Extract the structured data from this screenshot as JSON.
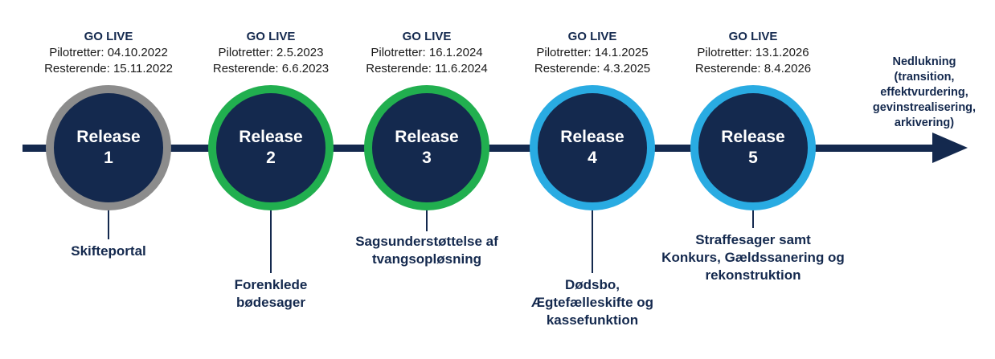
{
  "colors": {
    "navy": "#14294E",
    "ring_gray": "#8C8C8C",
    "ring_green": "#21AF4F",
    "ring_blue": "#29ABE2",
    "date_text": "#1A1A1A",
    "release_text": "#FFFFFF"
  },
  "end_note": {
    "lines": [
      "Nedlukning",
      "(transition,",
      "effektvurdering,",
      "gevinstrealisering,",
      "arkivering)"
    ]
  },
  "releases": [
    {
      "title": "Release",
      "number": "1",
      "go_live": "GO LIVE",
      "pilot_date": "Pilotretter: 04.10.2022",
      "remaining_date": "Resterende: 15.11.2022",
      "ring": "gray",
      "label_lines": [
        "Skifteportal"
      ]
    },
    {
      "title": "Release",
      "number": "2",
      "go_live": "GO LIVE",
      "pilot_date": "Pilotretter: 2.5.2023",
      "remaining_date": "Resterende: 6.6.2023",
      "ring": "green",
      "label_lines": [
        "Forenklede",
        "bødesager"
      ]
    },
    {
      "title": "Release",
      "number": "3",
      "go_live": "GO LIVE",
      "pilot_date": "Pilotretter: 16.1.2024",
      "remaining_date": "Resterende: 11.6.2024",
      "ring": "green",
      "label_lines": [
        "Sagsunderstøttelse af",
        "tvangsopløsning"
      ]
    },
    {
      "title": "Release",
      "number": "4",
      "go_live": "GO LIVE",
      "pilot_date": "Pilotretter: 14.1.2025",
      "remaining_date": "Resterende: 4.3.2025",
      "ring": "blue",
      "label_lines": [
        "Dødsbo,",
        "Ægtefælleskifte og",
        "kassefunktion"
      ]
    },
    {
      "title": "Release",
      "number": "5",
      "go_live": "GO LIVE",
      "pilot_date": "Pilotretter: 13.1.2026",
      "remaining_date": "Resterende: 8.4.2026",
      "ring": "blue",
      "label_lines": [
        "Straffesager samt",
        "Konkurs, Gældssanering og",
        "rekonstruktion"
      ]
    }
  ]
}
